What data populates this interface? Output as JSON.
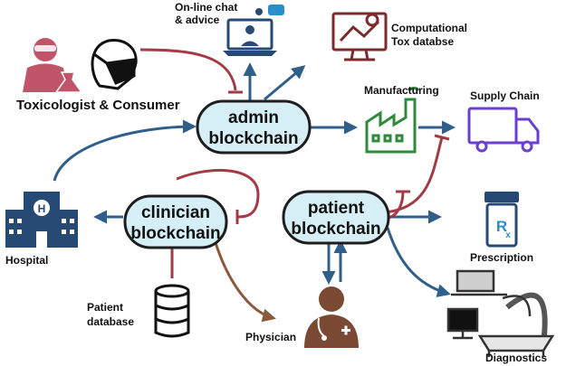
{
  "nodes": {
    "admin": {
      "line1": "admin",
      "line2": "blockchain"
    },
    "clinician": {
      "line1": "clinician",
      "line2": "blockchain"
    },
    "patient": {
      "line1": "patient",
      "line2": "blockchain"
    }
  },
  "labels": {
    "chat_line1": "On-line chat",
    "chat_line2": "& advice",
    "comp_line1": "Computational",
    "comp_line2": "Tox databse",
    "toxicologist": "Toxicologist & Consumer",
    "manufacturing": "Manufacturing",
    "supply_chain": "Supply Chain",
    "hospital": "Hospital",
    "prescription": "Prescription",
    "patient_db_line1": "Patient",
    "patient_db_line2": "database",
    "physician": "Physician",
    "diagnostics": "Diagnostics"
  },
  "colors": {
    "blue_arrow": "#2f5f8a",
    "red_inhibit": "#a33a45",
    "brown_arrow": "#8b5a3c",
    "node_fill": "#d6eef5",
    "node_stroke": "#1e1e1e",
    "pink_icon": "#c2546a",
    "navy_icon": "#264a73",
    "green_icon": "#2f8a3c",
    "purple_icon": "#6a3fd1",
    "maroon_icon": "#7d2a2a",
    "physician_icon": "#7a4a35"
  }
}
